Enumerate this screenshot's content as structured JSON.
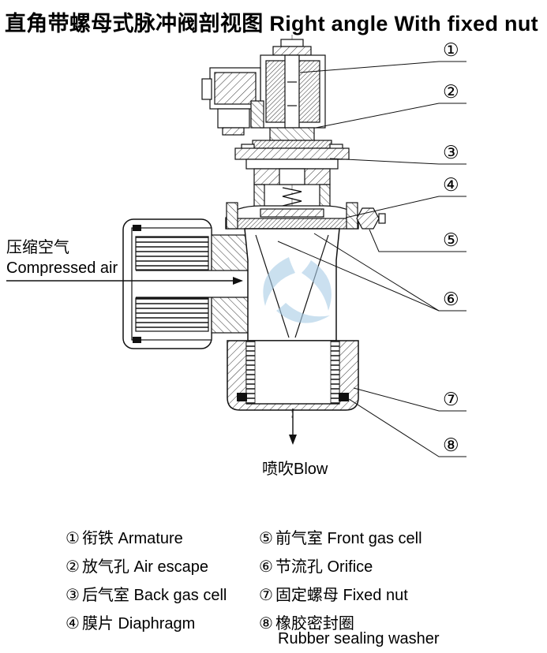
{
  "title": "直角带螺母式脉冲阀剖视图 Right angle With fixed nut",
  "labels": {
    "compressed_air_cn": "压缩空气",
    "compressed_air_en": "Compressed air",
    "blow": "喷吹Blow"
  },
  "callouts": [
    "①",
    "②",
    "③",
    "④",
    "⑤",
    "⑥",
    "⑦",
    "⑧"
  ],
  "legend": [
    {
      "num": "①",
      "text": "衔铁 Armature"
    },
    {
      "num": "②",
      "text": "放气孔 Air escape"
    },
    {
      "num": "③",
      "text": "后气室 Back gas cell"
    },
    {
      "num": "④",
      "text": "膜片 Diaphragm"
    },
    {
      "num": "⑤",
      "text": "前气室 Front gas cell"
    },
    {
      "num": "⑥",
      "text": "节流孔 Orifice"
    },
    {
      "num": "⑦",
      "text": "固定螺母 Fixed nut"
    },
    {
      "num": "⑧",
      "text": "橡胶密封圈",
      "text2": "Rubber sealing washer"
    }
  ],
  "colors": {
    "line": "#111111",
    "watermark": "#a8cce6"
  }
}
